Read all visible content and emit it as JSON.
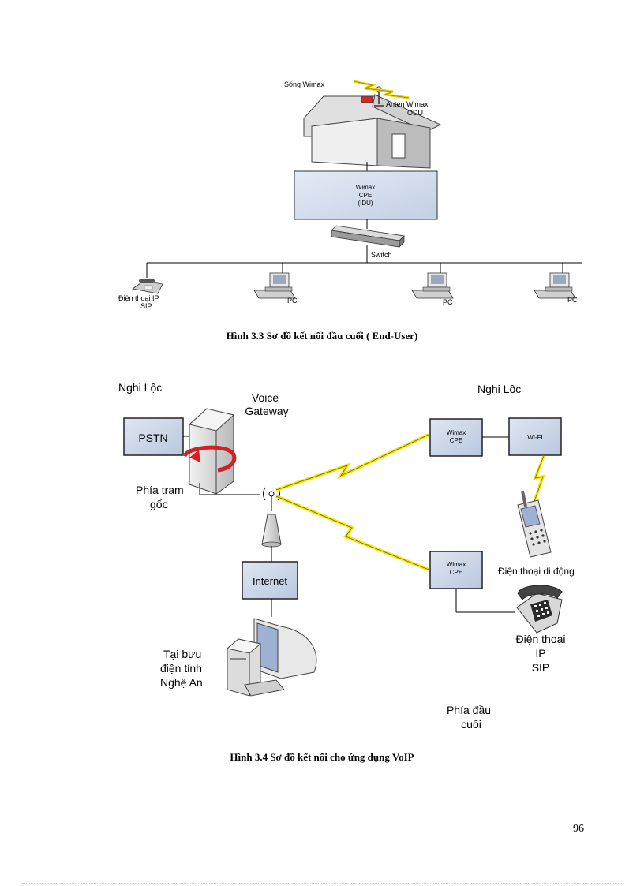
{
  "figure1": {
    "labels": {
      "wave": "Sóng Wimax",
      "antenna_line1": "Anten Wimax",
      "antenna_line2": "ODU",
      "cpe_line1": "Wimax",
      "cpe_line2": "CPE",
      "cpe_line3": "(IDU)",
      "switch": "Switch",
      "phone_line1": "Điện thoại IP",
      "phone_line2": "SIP",
      "pc1": "PC",
      "pc2": "PC",
      "pc3": "PC"
    },
    "caption": "Hình 3.3  Sơ đồ kết nối đầu cuối ( End-User)"
  },
  "figure2": {
    "labels": {
      "location_left": "Nghi Lộc",
      "location_right": "Nghi Lộc",
      "voice_line1": "Voice",
      "voice_line2": "Gateway",
      "pstn": "PSTN",
      "base_line1": "Phía trạm",
      "base_line2": "gốc",
      "internet": "Internet",
      "post_line1": "Tại bưu",
      "post_line2": "điện tỉnh",
      "post_line3": "Nghệ An",
      "cpe_top_line1": "Wimax",
      "cpe_top_line2": "CPE",
      "wifi": "WI-FI",
      "cpe_bottom_line1": "Wimax",
      "cpe_bottom_line2": "CPE",
      "mobile": "Điện thoại di động",
      "ipphone_line1": "Điện thoại",
      "ipphone_line2": "IP",
      "ipphone_line3": "SIP",
      "end_line1": "Phía đầu",
      "end_line2": "cuối"
    },
    "caption": "Hình 3.4  Sơ đồ kết nối cho ứng dụng VoIP"
  },
  "page_number": "96"
}
